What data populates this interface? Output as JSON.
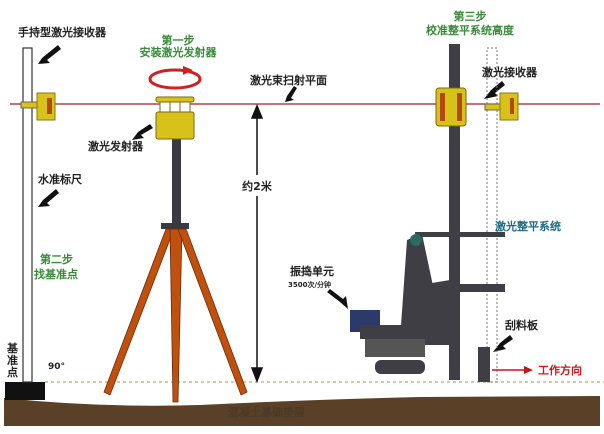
{
  "labels": {
    "handheld_receiver": "手持型激光接收器",
    "step1_title": "第一步",
    "step1_desc": "安装激光发射器",
    "laser_plane": "激光束扫射平面",
    "laser_emitter": "激光发射器",
    "level_staff": "水准标尺",
    "height": "约2米",
    "step2_title": "第二步",
    "step2_desc": "找基准点",
    "benchmark_1": "基",
    "benchmark_2": "准",
    "benchmark_3": "点",
    "angle": "90°",
    "step3_title": "第三步",
    "step3_desc": "校准整平系统高度",
    "laser_receiver": "激光接收器",
    "leveling_system": "激光整平系统",
    "vibration_unit": "振捣单元",
    "vibration_rate": "3500次/分钟",
    "scraper": "刮料板",
    "work_direction": "工作方向",
    "ground": "混凝土基础垫层"
  },
  "colors": {
    "laser": "#a01c28",
    "step": "#3a8a3a",
    "device": "#d8c21a",
    "tripod": "#c0500e",
    "ground": "#5a4026",
    "machine": "#3e3e44"
  }
}
